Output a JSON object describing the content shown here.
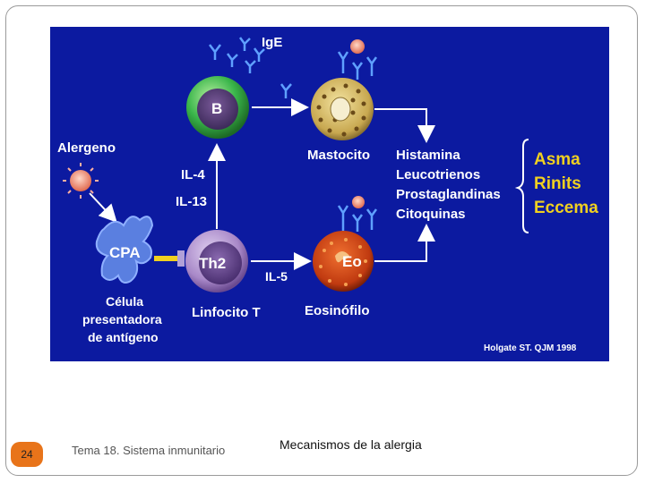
{
  "diagram": {
    "ige_label": "IgE",
    "b_cell_label": "B",
    "th2_label": "Th2",
    "cpa_label": "CPA",
    "eo_label": "Eo",
    "alergeno_label": "Alergeno",
    "il4_label": "IL-4",
    "il13_label": "IL-13",
    "il5_label": "IL-5",
    "mastocito_label": "Mastocito",
    "eosinofilo_label": "Eosinófilo",
    "linfocito_label": "Linfocito T",
    "celula_line1": "Célula",
    "celula_line2": "presentadora",
    "celula_line3": "de antígeno",
    "mediators": [
      "Histamina",
      "Leucotrienos",
      "Prostaglandinas",
      "Citoquinas"
    ],
    "diseases": [
      "Asma",
      "Rinits",
      "Eccema"
    ],
    "credit": "Holgate ST. QJM 1998",
    "colors": {
      "background": "#0c1aa0",
      "text": "#ffffff",
      "disease_text": "#f0d020",
      "b_cell": "#39b54a",
      "th2_cell": "#8a5fb0",
      "mastocyte": "#d8c070",
      "eosinophil": "#d8501a",
      "apc": "#5a7fe0"
    }
  },
  "footer": {
    "page_number": "24",
    "course": "Tema 18. Sistema inmunitario",
    "title": "Mecanismos de la alergia"
  }
}
